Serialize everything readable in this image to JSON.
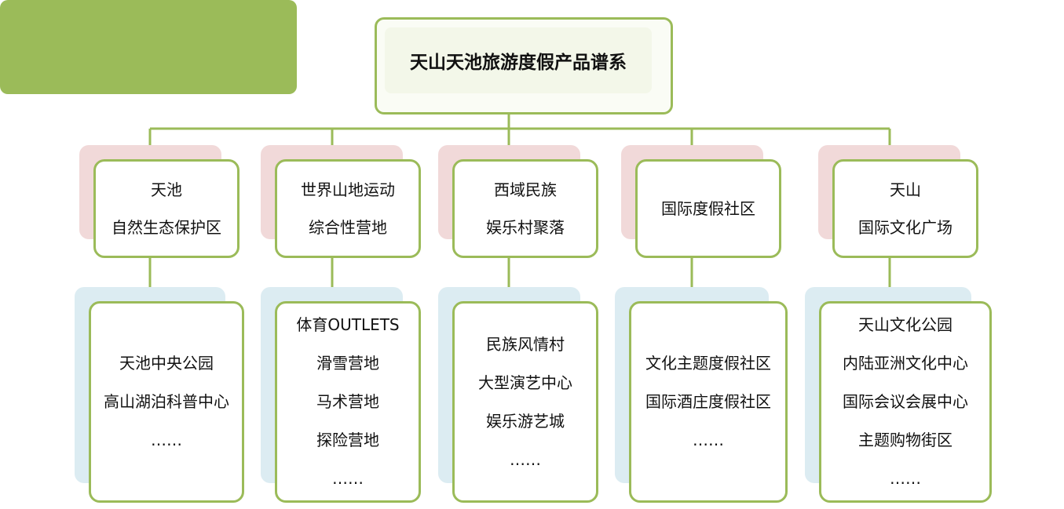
{
  "title": "天山天池旅游度假产品谱系",
  "categories": [
    {
      "lines": [
        "天池",
        "自然生态保护区"
      ]
    },
    {
      "lines": [
        "世界山地运动",
        "综合性营地"
      ]
    },
    {
      "lines": [
        "西域民族",
        "娱乐村聚落"
      ]
    },
    {
      "lines": [
        "国际度假社区"
      ]
    },
    {
      "lines": [
        "天山",
        "国际文化广场"
      ]
    }
  ],
  "products": [
    {
      "lines": [
        "天池中央公园",
        "高山湖泊科普中心",
        "……"
      ]
    },
    {
      "lines": [
        "体育OUTLETS",
        "滑雪营地",
        "马术营地",
        "探险营地",
        "……"
      ]
    },
    {
      "lines": [
        "民族风情村",
        "大型演艺中心",
        "娱乐游艺城",
        "……"
      ]
    },
    {
      "lines": [
        "文化主题度假社区",
        "国际酒庄度假社区",
        "……"
      ]
    },
    {
      "lines": [
        "天山文化公园",
        "内陆亚洲文化中心",
        "国际会议会展中心",
        "主题购物街区",
        "……"
      ]
    }
  ],
  "colors": {
    "border_green": "#9bbb59",
    "pink_shadow": "#f1d9d9",
    "blue_shadow": "#dcecf2"
  }
}
